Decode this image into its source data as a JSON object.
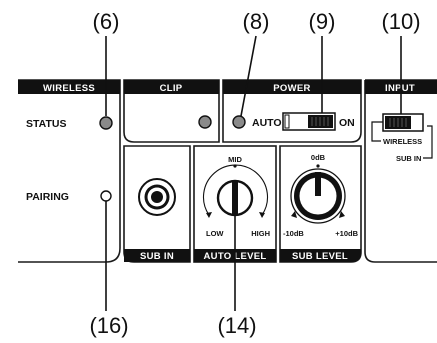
{
  "callouts": {
    "c6": "(6)",
    "c8": "(8)",
    "c9": "(9)",
    "c10": "(10)",
    "c16": "(16)",
    "c14": "(14)"
  },
  "headers": {
    "wireless": "WIRELESS",
    "clip": "CLIP",
    "power": "POWER",
    "input": "INPUT",
    "sub_in": "SUB IN",
    "auto_level": "AUTO LEVEL",
    "sub_level": "SUB LEVEL"
  },
  "labels": {
    "status": "STATUS",
    "pairing": "PAIRING",
    "auto": "AUTO",
    "on": "ON",
    "wireless_opt": "WIRELESS",
    "sub_in_opt": "SUB IN",
    "mid": "MID",
    "low": "LOW",
    "high": "HIGH",
    "zero_db": "0dB",
    "minus_10db": "-10dB",
    "plus_10db": "+10dB"
  },
  "colors": {
    "panel_border": "#1a1a1a",
    "header_fill": "#111111",
    "led_fill": "#8a8a8a"
  }
}
